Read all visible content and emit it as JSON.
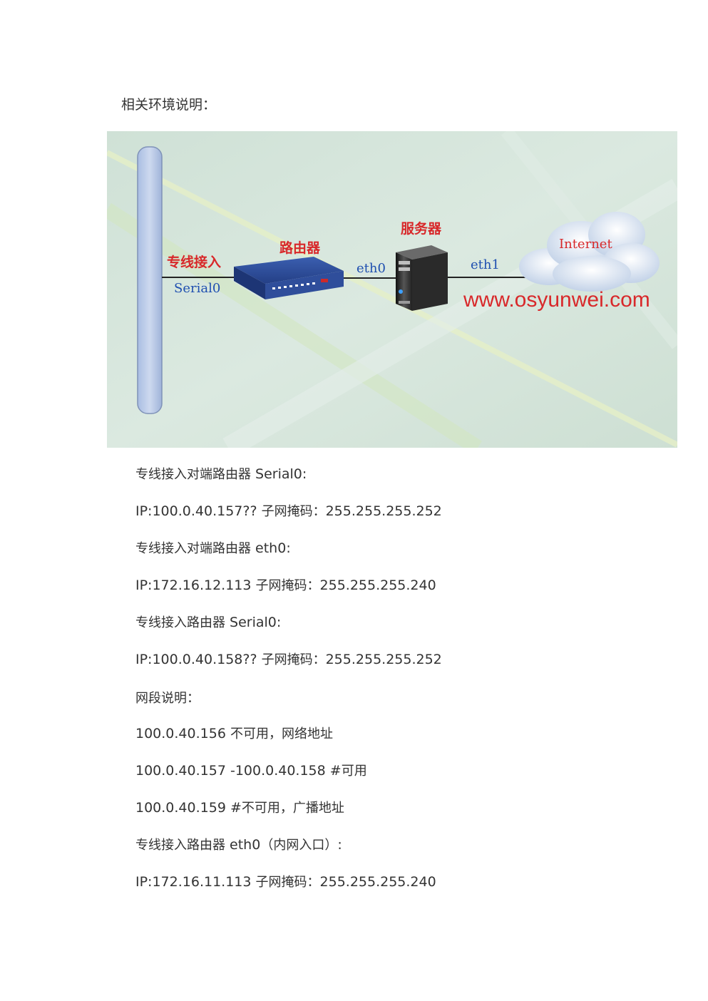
{
  "heading": "相关环境说明：",
  "diagram": {
    "labels": {
      "leased_line": "专线接入",
      "serial": "Serial0",
      "router": "路由器",
      "eth0": "eth0",
      "server": "服务器",
      "eth1": "eth1",
      "internet": "Internet",
      "url": "www.osyunwei.com"
    },
    "colors": {
      "background": "#d7e6dd",
      "red_label": "#d8282a",
      "blue_label": "#1f4fb0",
      "backbone": "#b9c9e6"
    }
  },
  "lines": [
    {
      "a": "专线接入对端路由器",
      "b": "Serial0:",
      "c": "",
      "d": ""
    },
    {
      "a": "IP:100.0.40.157??",
      "b": "子网掩码：",
      "c": "255.255.255.252",
      "d": ""
    },
    {
      "a": "专线接入对端路由器",
      "b": "eth0:",
      "c": "",
      "d": ""
    },
    {
      "a": "IP:172.16.12.113",
      "b": "子网掩码：",
      "c": "255.255.255.240",
      "d": ""
    },
    {
      "a": "专线接入路由器",
      "b": "Serial0:",
      "c": "",
      "d": ""
    },
    {
      "a": "IP:100.0.40.158??",
      "b": "子网掩码：",
      "c": "255.255.255.252",
      "d": ""
    },
    {
      "a": "网段说明：",
      "b": "",
      "c": "",
      "d": ""
    },
    {
      "a": "100.0.40.156",
      "b": "不可用，网络地址",
      "c": "",
      "d": ""
    },
    {
      "a": "100.0.40.157",
      "b": "-100.0.40.158",
      "c": "#",
      "d": "可用"
    },
    {
      "a": "100.0.40.159",
      "b": "#",
      "c": "不可用，广播地址",
      "d": ""
    },
    {
      "a": "专线接入路由器",
      "b": "eth0",
      "c": "（内网入口）",
      "d": ":"
    },
    {
      "a": "IP:172.16.11.113",
      "b": "子网掩码：",
      "c": "255.255.255.240",
      "d": ""
    }
  ]
}
